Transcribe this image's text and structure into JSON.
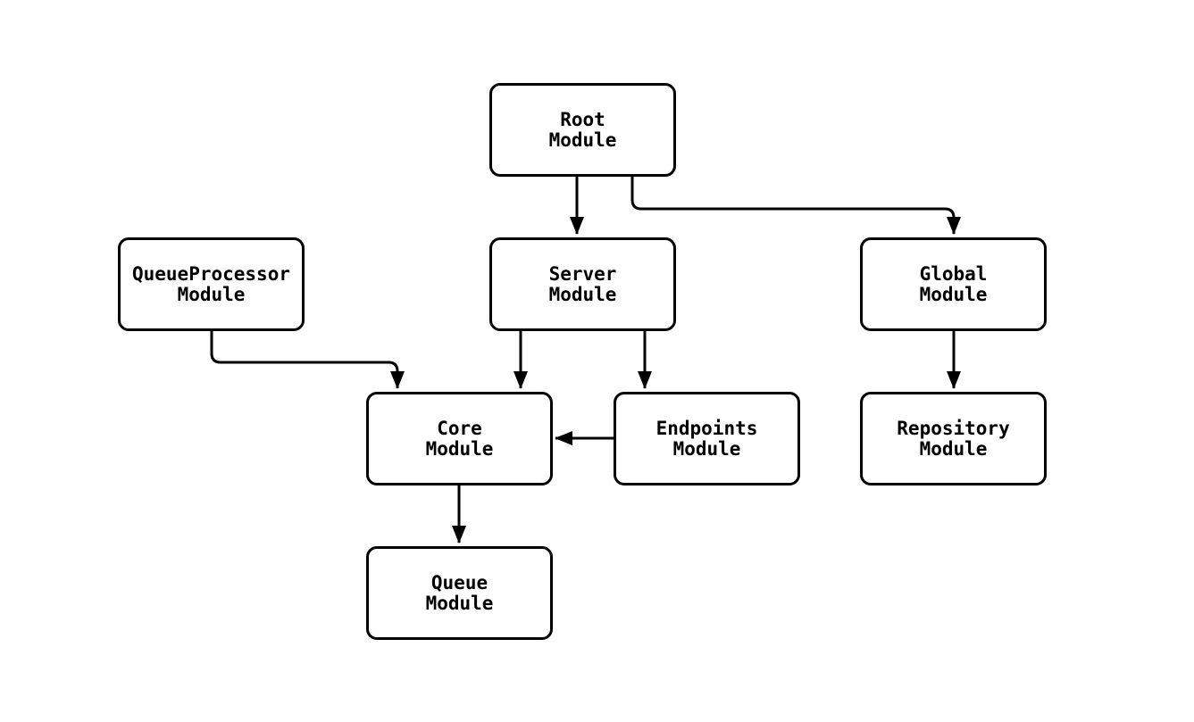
{
  "diagram": {
    "type": "flowchart",
    "background_color": "#ffffff",
    "node_fill_color": "#ffffff",
    "node_border_color": "#000000",
    "edge_color": "#000000",
    "nodes": [
      {
        "id": "root",
        "line1": "Root",
        "line2": "Module"
      },
      {
        "id": "queueprocessor",
        "line1": "QueueProcessor",
        "line2": "Module"
      },
      {
        "id": "server",
        "line1": "Server",
        "line2": "Module"
      },
      {
        "id": "global",
        "line1": "Global",
        "line2": "Module"
      },
      {
        "id": "core",
        "line1": "Core",
        "line2": "Module"
      },
      {
        "id": "endpoints",
        "line1": "Endpoints",
        "line2": "Module"
      },
      {
        "id": "repository",
        "line1": "Repository",
        "line2": "Module"
      },
      {
        "id": "queue",
        "line1": "Queue",
        "line2": "Module"
      }
    ],
    "edges": [
      {
        "from": "root",
        "to": "server"
      },
      {
        "from": "root",
        "to": "global"
      },
      {
        "from": "queueprocessor",
        "to": "core"
      },
      {
        "from": "server",
        "to": "core"
      },
      {
        "from": "server",
        "to": "endpoints"
      },
      {
        "from": "endpoints",
        "to": "core"
      },
      {
        "from": "global",
        "to": "repository"
      },
      {
        "from": "core",
        "to": "queue"
      }
    ]
  }
}
